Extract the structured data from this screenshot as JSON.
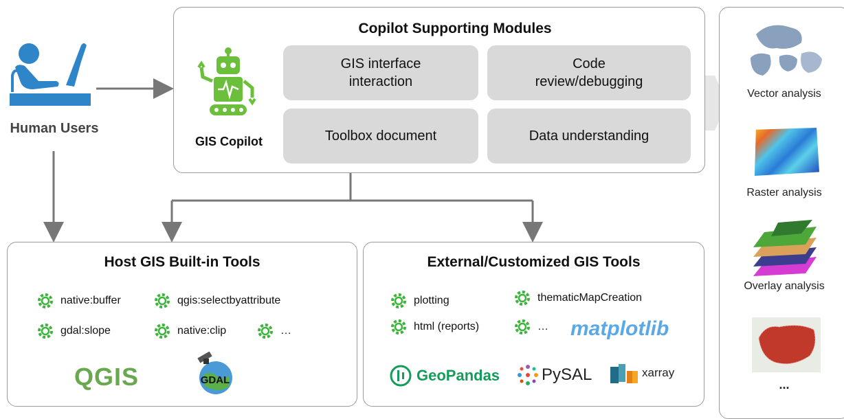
{
  "human": {
    "label": "Human Users"
  },
  "copilot": {
    "label": "GIS Copilot"
  },
  "supporting": {
    "title": "Copilot Supporting Modules",
    "modules": [
      {
        "label": "GIS interface\ninteraction"
      },
      {
        "label": "Code\nreview/debugging"
      },
      {
        "label": "Toolbox document"
      },
      {
        "label": "Data understanding"
      }
    ]
  },
  "host": {
    "title": "Host GIS Built-in Tools",
    "tools": [
      "native:buffer",
      "qgis:selectbyattribute",
      "gdal:slope",
      "native:clip",
      "…"
    ],
    "logos": [
      "QGIS",
      "GDAL"
    ]
  },
  "external": {
    "title": "External/Customized GIS Tools",
    "tools": [
      "plotting",
      "thematicMapCreation",
      "html (reports)",
      "…"
    ],
    "logos": [
      "matplotlib",
      "GeoPandas",
      "PySAL",
      "xarray"
    ]
  },
  "analysis": {
    "items": [
      "Vector analysis",
      "Raster analysis",
      "Overlay analysis",
      "..."
    ]
  },
  "colors": {
    "gear": "#3cb43c",
    "user_icon": "#2e86c8",
    "robot": "#6cbf3b",
    "module_bg": "#d9d9d9",
    "panel_border": "#9a9a9a"
  }
}
